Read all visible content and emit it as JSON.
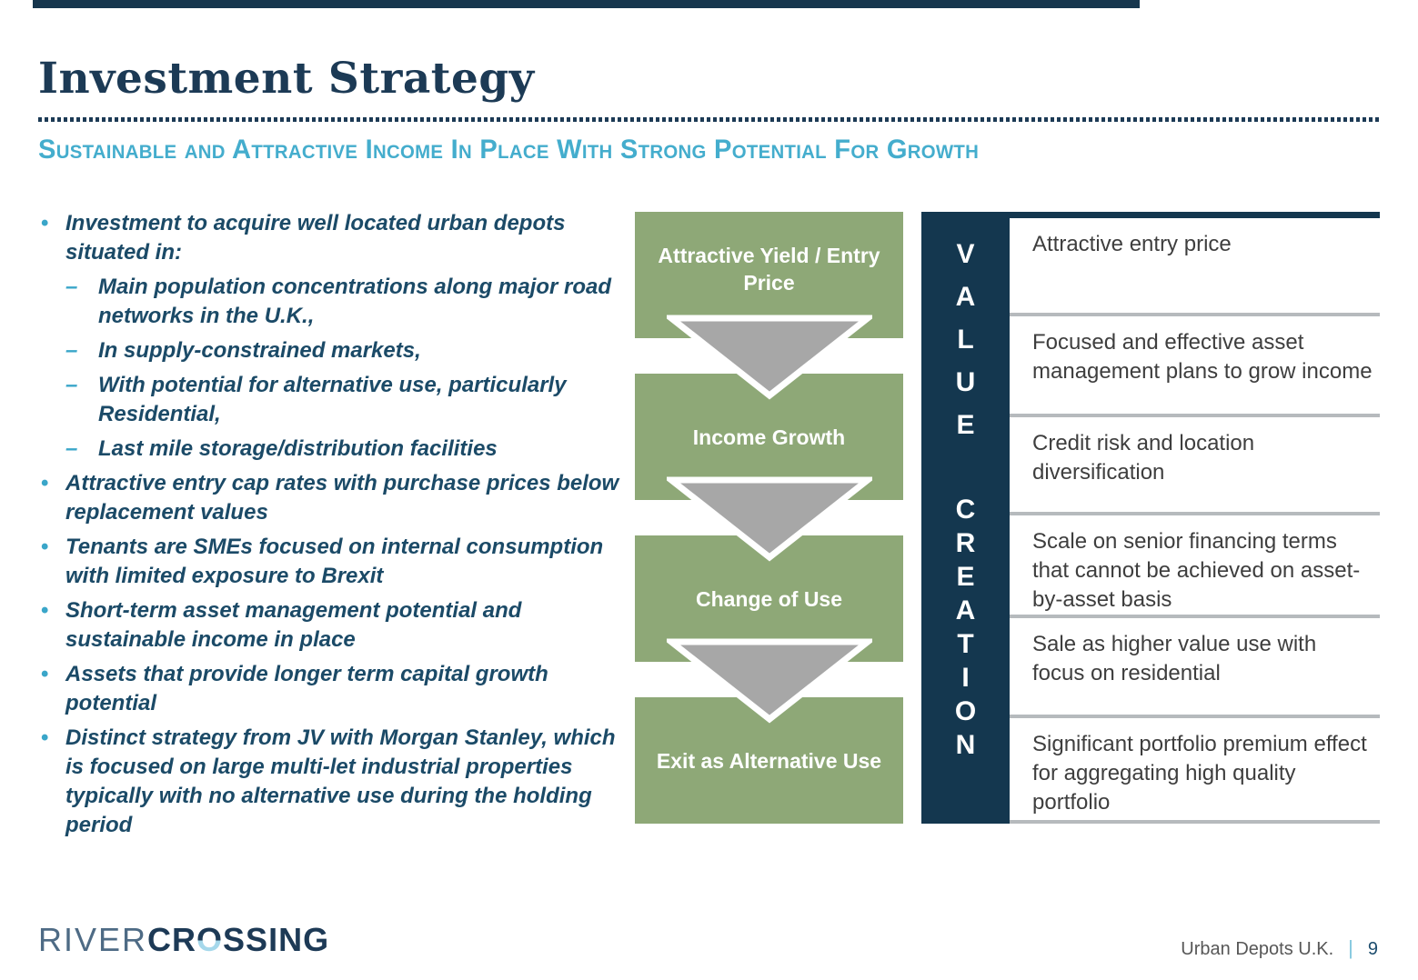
{
  "header": {
    "title": "Investment Strategy",
    "subtitle": "Sustainable and Attractive Income In Place With Strong Potential For Growth"
  },
  "glyphs": {
    "bullet": "•",
    "dash": "–"
  },
  "bullets": [
    {
      "text": "Investment to acquire well located urban depots situated in:",
      "subs": [
        "Main population concentrations along major road networks in the U.K.,",
        "In supply-constrained markets,",
        "With potential for alternative use, particularly Residential,",
        "Last mile storage/distribution facilities"
      ]
    },
    {
      "text": "Attractive entry cap rates with purchase prices below replacement values",
      "subs": []
    },
    {
      "text": "Tenants are SMEs focused on internal consumption with limited exposure to Brexit",
      "subs": []
    },
    {
      "text": "Short-term asset management potential and sustainable income in place",
      "subs": []
    },
    {
      "text": "Assets that provide longer term capital growth potential",
      "subs": []
    },
    {
      "text": "Distinct strategy from JV with Morgan Stanley, which is focused on large multi-let industrial properties typically with no alternative use during the holding period",
      "subs": []
    }
  ],
  "flow": {
    "steps": [
      {
        "label": "Attractive Yield / Entry Price"
      },
      {
        "label": "Income Growth"
      },
      {
        "label": "Change of Use"
      },
      {
        "label": "Exit as Alternative Use"
      }
    ]
  },
  "value_creation": {
    "value_letters": [
      "V",
      "A",
      "L",
      "U",
      "E"
    ],
    "creation_letters": [
      "C",
      "R",
      "E",
      "A",
      "T",
      "I",
      "O",
      "N"
    ],
    "items": [
      "Attractive entry price",
      "Focused and effective asset management plans to grow income",
      "Credit risk and location diversification",
      "Scale on senior financing terms that cannot be achieved on asset-by-asset basis",
      "Sale as higher value use with focus on residential",
      "Significant portfolio premium effect for aggregating high quality portfolio"
    ]
  },
  "footer": {
    "logo_river": "RIVER",
    "logo_crossing_pre": "CR",
    "logo_crossing_o": "O",
    "logo_crossing_post": "SSING",
    "doc_title": "Urban Depots U.K.",
    "separator": "|",
    "page_number": "9"
  },
  "colors": {
    "navy": "#16364d",
    "bullet_text_navy": "#1b4a67",
    "teal_accent": "#44adcd",
    "bullet_dot_teal": "#3aa6c9",
    "flow_green": "#8ea877",
    "arrow_gray": "#a7a7a7",
    "panel_navy": "#14374f",
    "row_text_gray": "#3e3e3e",
    "separator_gray": "#b6babd",
    "footer_gray": "#575757",
    "page_number_navy": "#1d4d6e"
  }
}
